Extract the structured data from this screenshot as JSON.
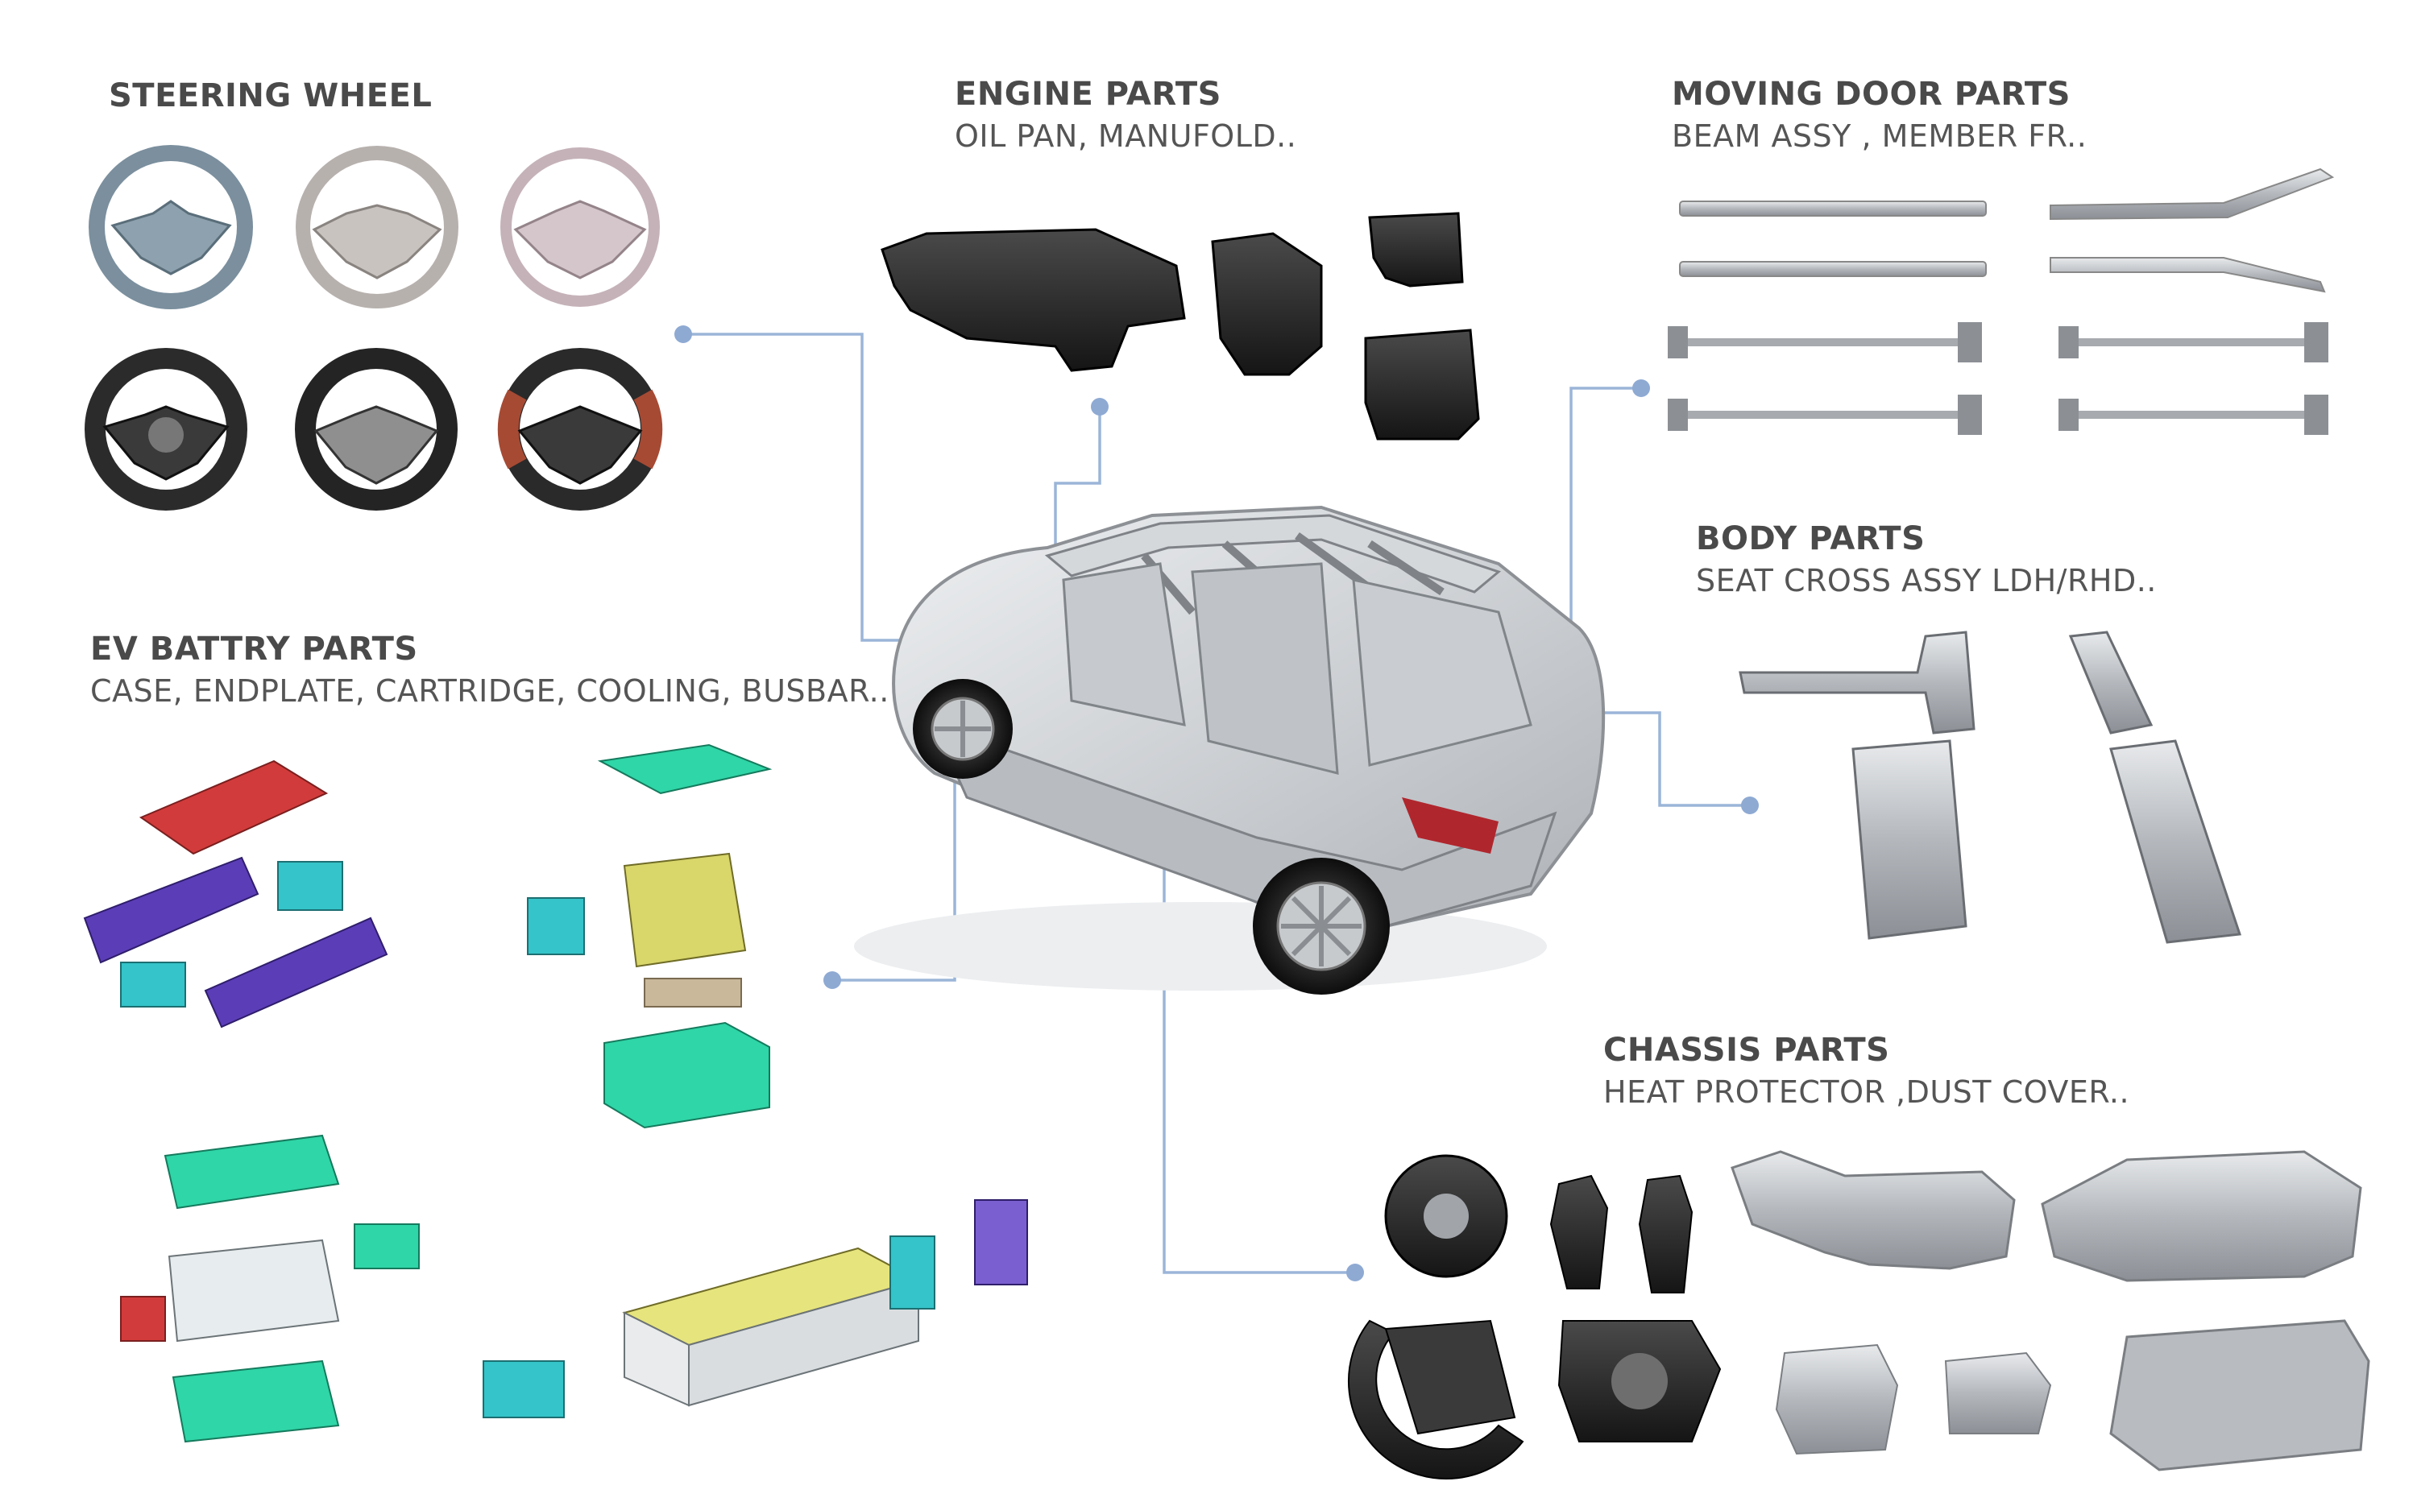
{
  "sections": {
    "steering": {
      "title": "STEERING WHEEL",
      "subtitle": ""
    },
    "engine": {
      "title": "ENGINE PARTS",
      "subtitle": "OIL PAN, MANUFOLD.."
    },
    "door": {
      "title": "MOVING DOOR PARTS",
      "subtitle": "BEAM ASSY , MEMBER FR.."
    },
    "body": {
      "title": "BODY PARTS",
      "subtitle": "SEAT CROSS ASSY LDH/RHD.."
    },
    "ev": {
      "title": "EV BATTRY PARTS",
      "subtitle": "CASE, ENDPLATE, CARTRIDGE, COOLING, BUSBAR.."
    },
    "chassis": {
      "title": "CHASSIS PARTS",
      "subtitle": "HEAT PROTECTOR ,DUST COVER.."
    }
  },
  "colors": {
    "connector": "#9bb5d8",
    "dot": "#8eaad3",
    "battery_green": "#2fd6a7",
    "battery_red": "#d23b3b",
    "battery_purple": "#5b3db8",
    "battery_yellow": "#d9d66a",
    "metal": "#b9bcc0"
  }
}
